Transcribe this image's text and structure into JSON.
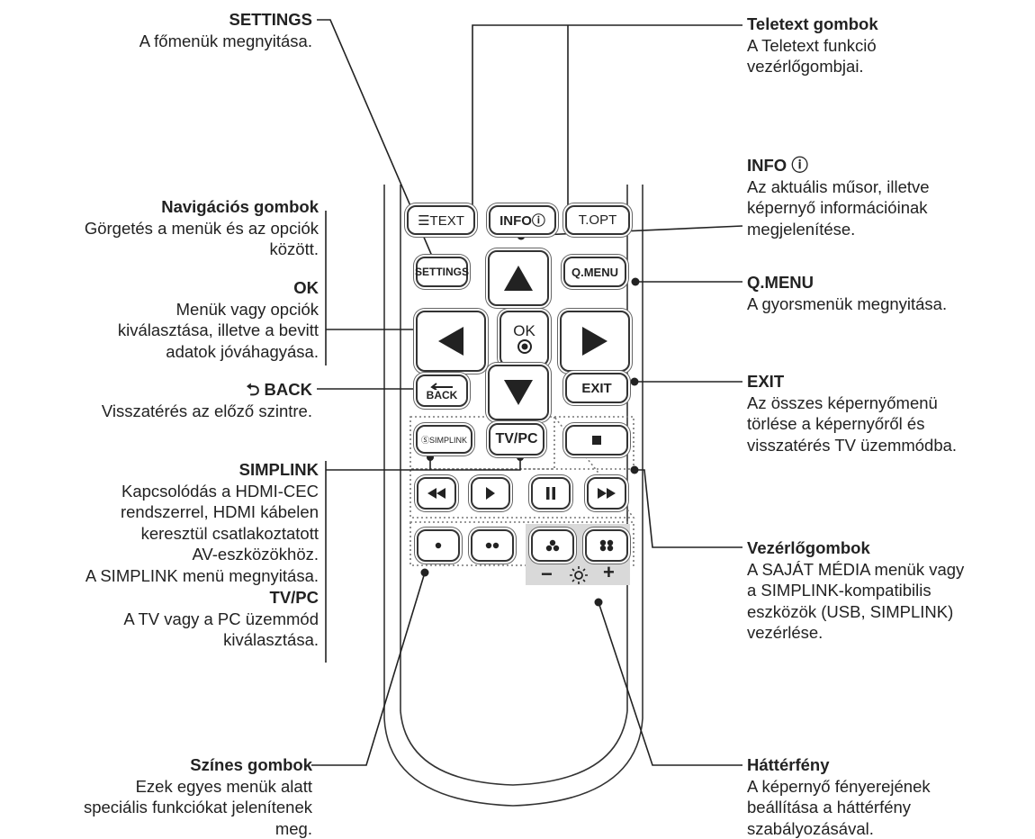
{
  "labels": {
    "settings": {
      "title": "SETTINGS",
      "desc": "A főmenük megnyitása."
    },
    "nav": {
      "title": "Navigációs gombok",
      "desc": "Görgetés a menük és az opciók\nközött."
    },
    "ok": {
      "title": "OK",
      "desc": "Menük vagy opciók\nkiválasztása, illetve a bevitt\nadatok jóváhagyása."
    },
    "back": {
      "title": "BACK",
      "desc": "Visszatérés az előző szintre."
    },
    "simplink": {
      "title": "SIMPLINK",
      "desc": "Kapcsolódás a HDMI-CEC\nrendszerrel, HDMI kábelen\nkeresztül csatlakoztatott\nAV-eszközökhöz.\nA SIMPLINK menü megnyitása."
    },
    "tvpc": {
      "title": "TV/PC",
      "desc": "A TV vagy a PC üzemmód\nkiválasztása."
    },
    "color": {
      "title": "Színes gombok",
      "desc": "Ezek egyes menük alatt\nspeciális funkciókat jelenítenek\nmeg."
    },
    "teletext": {
      "title": "Teletext gombok",
      "desc": "A Teletext funkció\nvezérlőgombjai."
    },
    "info": {
      "title": "INFO ⓘ",
      "desc": "Az aktuális műsor, illetve\nképernyő információinak\nmegjelenítése."
    },
    "qmenu": {
      "title": "Q.MENU",
      "desc": "A gyorsmenük megnyitása."
    },
    "exit": {
      "title": "EXIT",
      "desc": "Az összes képernyőmenü\ntörlése a képernyőről és\nvisszatérés TV üzemmódba."
    },
    "control": {
      "title": "Vezérlőgombok",
      "desc": "A SAJÁT MÉDIA menük vagy\na SIMPLINK-kompatibilis\neszközök (USB, SIMPLINK)\nvezérlése."
    },
    "backlight": {
      "title": "Háttérfény",
      "desc": "A képernyő fényerejének\nbeállítása a háttérfény\nszabályozásával."
    }
  },
  "buttons": {
    "text": "☰TEXT",
    "info": "INFOⓘ",
    "topt": "T.OPT",
    "settings": "SETTINGS",
    "qmenu": "Q.MENU",
    "ok": "OK",
    "back": "BACK",
    "exit": "EXIT",
    "simplink": "ⓈSIMPLINK",
    "tvpc": "TV/PC",
    "minus": "−",
    "plus": "+"
  }
}
